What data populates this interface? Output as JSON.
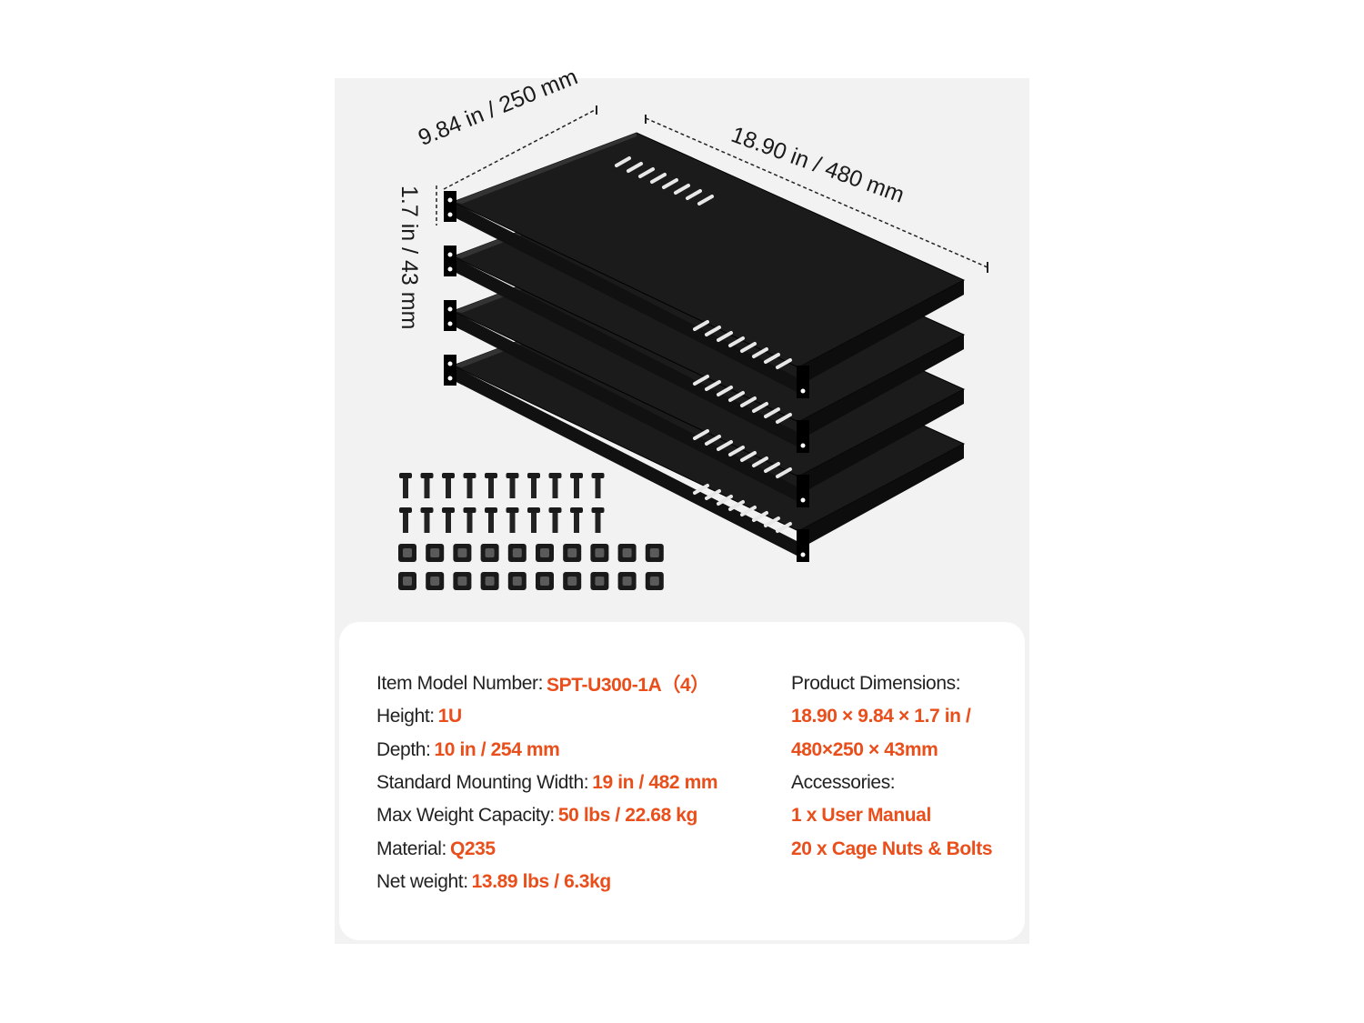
{
  "dimensions": {
    "width": "9.84 in / 250 mm",
    "length": "18.90 in / 480 mm",
    "height": "1.7 in / 43 mm"
  },
  "specs": [
    {
      "label": "Item Model Number:",
      "value": "SPT-U300-1A（4）"
    },
    {
      "label": "Height:",
      "value": " 1U"
    },
    {
      "label": "Depth:",
      "value": "10 in / 254 mm"
    },
    {
      "label": "Standard Mounting Width:",
      "value": "19 in / 482 mm"
    },
    {
      "label": "Max Weight Capacity:",
      "value": "50 lbs / 22.68 kg"
    },
    {
      "label": "Material:",
      "value": "Q235"
    },
    {
      "label": "Net weight:",
      "value": "13.89 lbs / 6.3kg"
    }
  ],
  "product_dimensions": {
    "title": "Product Dimensions:",
    "line1": "18.90 × 9.84 × 1.7 in /",
    "line2": "480×250 × 43mm"
  },
  "accessories": {
    "title": "Accessories:",
    "items": [
      "1 x User Manual",
      "20 x Cage Nuts & Bolts"
    ]
  },
  "colors": {
    "accent": "#ea4e1b",
    "text": "#222222",
    "shelf": "#111111",
    "card_bg": "#f2f2f2"
  }
}
